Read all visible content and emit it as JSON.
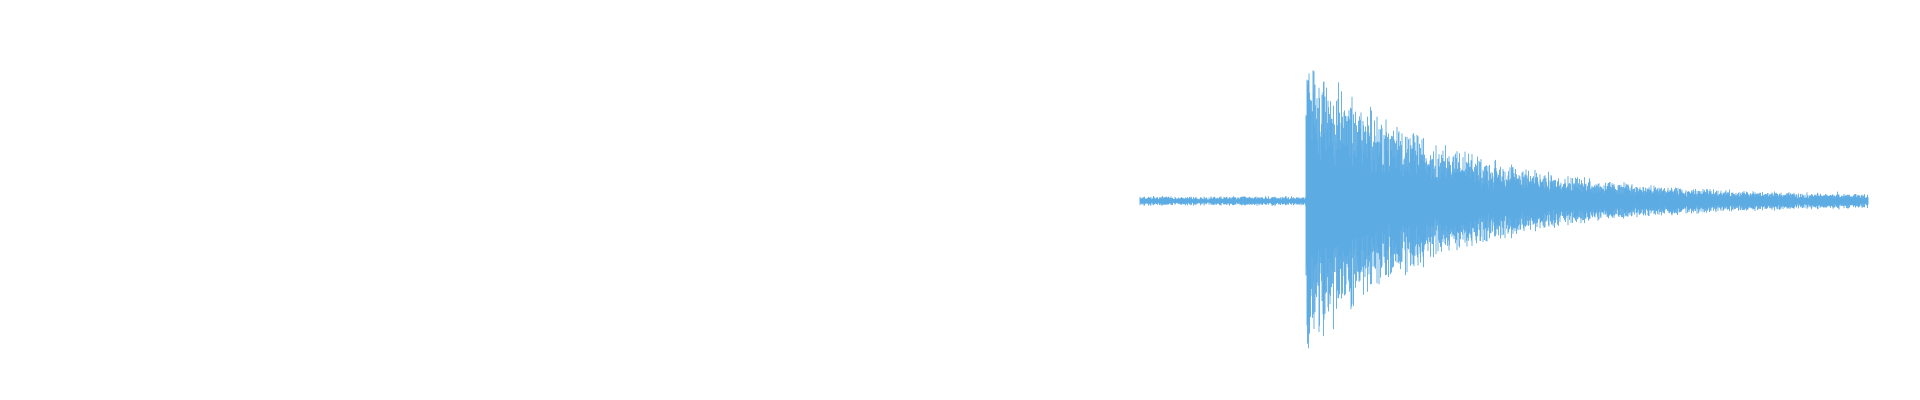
{
  "waveform": {
    "color": "#5dabe3",
    "background": "#ffffff",
    "envelope": {
      "pre_onset_amplitude": 0.02,
      "onset_fraction": 0.228,
      "peak_amplitude": 0.92,
      "decay_tail_amplitude": 0.03
    }
  }
}
